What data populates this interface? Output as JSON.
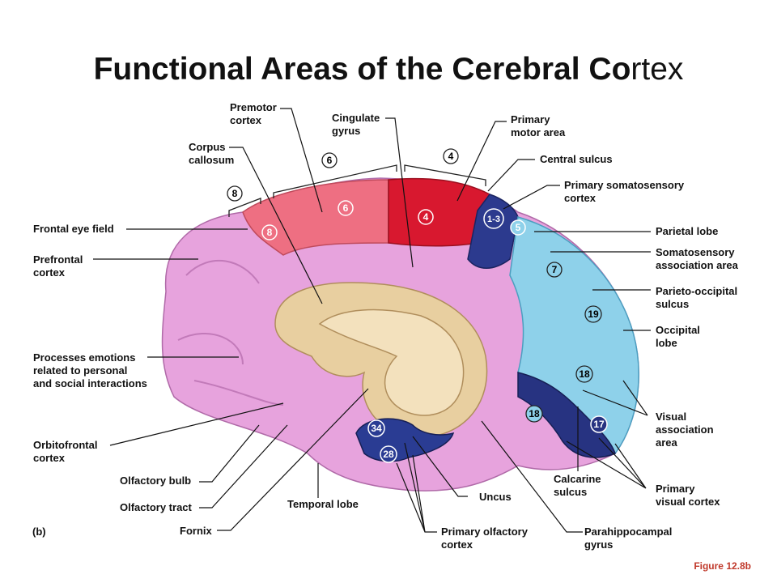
{
  "title": {
    "main": "Functional Areas of the Cerebral Co",
    "tail": "rtex"
  },
  "panel": "(b)",
  "caption": "Figure 12.8b",
  "labels": {
    "premotor": [
      "Premotor",
      "cortex"
    ],
    "cingulate": [
      "Cingulate",
      "gyrus"
    ],
    "primary_motor": [
      "Primary",
      "motor area"
    ],
    "corpus": [
      "Corpus",
      "callosum"
    ],
    "central_sulcus": [
      "Central sulcus"
    ],
    "somatosensory": [
      "Primary somatosensory",
      "cortex"
    ],
    "frontal_eye": [
      "Frontal eye field"
    ],
    "parietal": [
      "Parietal lobe"
    ],
    "prefrontal": [
      "Prefrontal",
      "cortex"
    ],
    "soma_assoc": [
      "Somatosensory",
      "association area"
    ],
    "parieto_occ": [
      "Parieto-occipital",
      "sulcus"
    ],
    "occipital": [
      "Occipital",
      "lobe"
    ],
    "emotions": [
      "Processes emotions",
      "related to personal",
      "and social interactions"
    ],
    "visual_assoc": [
      "Visual",
      "association",
      "area"
    ],
    "orbitofrontal": [
      "Orbitofrontal",
      "cortex"
    ],
    "olf_bulb": [
      "Olfactory bulb"
    ],
    "calcarine": [
      "Calcarine",
      "sulcus"
    ],
    "primary_visual": [
      "Primary",
      "visual cortex"
    ],
    "olf_tract": [
      "Olfactory tract"
    ],
    "temporal": [
      "Temporal lobe"
    ],
    "uncus": [
      "Uncus"
    ],
    "fornix": [
      "Fornix"
    ],
    "primary_olf": [
      "Primary olfactory",
      "cortex"
    ],
    "parahippo": [
      "Parahippocampal",
      "gyrus"
    ]
  },
  "areas": [
    "8",
    "6",
    "4",
    "6",
    "8",
    "4",
    "1-3",
    "5",
    "7",
    "19",
    "18",
    "18",
    "17",
    "34",
    "28"
  ],
  "colors": {
    "cortex": "#e7a3dd",
    "motor": "#d8182f",
    "premotor": "#ee6f82",
    "somato": "#2c3a8e",
    "assoc": "#8ed1ea",
    "visual": "#273381",
    "corpus": "#e8cfa0",
    "olfactory": "#2a3c93"
  }
}
